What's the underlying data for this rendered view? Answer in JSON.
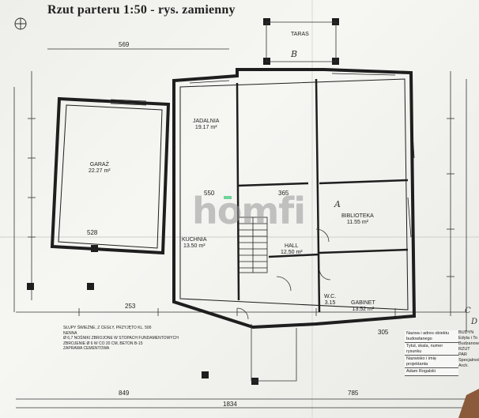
{
  "header": {
    "title": "Rzut parteru 1:50 - rys. zamienny"
  },
  "watermark": {
    "text": "homfi",
    "accent_color": "#6fd39a"
  },
  "rooms": [
    {
      "id": "garaz",
      "name": "GARAŻ",
      "area": "22.27 m²"
    },
    {
      "id": "jadalnia",
      "name": "JADALNIA",
      "area": "19.17 m²"
    },
    {
      "id": "kuchnia",
      "name": "KUCHNIA",
      "area": "13.50 m²"
    },
    {
      "id": "hall",
      "name": "HALL",
      "area": "12.50 m²"
    },
    {
      "id": "biblioteka",
      "name": "BIBLIOTEKA",
      "area": "11.55 m²"
    },
    {
      "id": "gabinet",
      "name": "GABINET",
      "area": "13.52 m²"
    },
    {
      "id": "taras",
      "name": "TARAS",
      "area": ""
    },
    {
      "id": "wc",
      "name": "W.C.",
      "area": "3.15"
    }
  ],
  "dimensions": {
    "top_left": "569",
    "garage_width": "528",
    "kitchen": "550",
    "hall": "365",
    "bottom_left": "849",
    "bottom_right": "785",
    "total": "1834",
    "gabinet_w": "305",
    "r253": "253"
  },
  "notes": [
    "SŁUPY ŚWIEŻNE, Z CEGŁY, PRZYJĘTO KL. 500",
    "NENNA",
    "Ø 6,7 NOŚNIKI ZBROJONE W STOPACH FUNDAMENTOWYCH",
    "ZBROJENIE Ø 6 W CO 20 CM, BETON B-15",
    "ZAPRAWA CEMENTOWA"
  ],
  "title_block": {
    "rows": [
      "Nazwa i adres obiektu budowlanego",
      "Tytuł, skala, numer rysunku",
      "Nazwisko i imię projektanta",
      "Adam Rogalski"
    ],
    "side": [
      "BUDYN",
      "Edyta i To",
      "Budzanowska",
      "RZUT PAR",
      "Specjalność",
      "Arch."
    ]
  },
  "handwritten": [
    "A",
    "B",
    "C",
    "D"
  ],
  "colors": {
    "line": "#1e1e1e",
    "paper": "#f2f2ee"
  }
}
